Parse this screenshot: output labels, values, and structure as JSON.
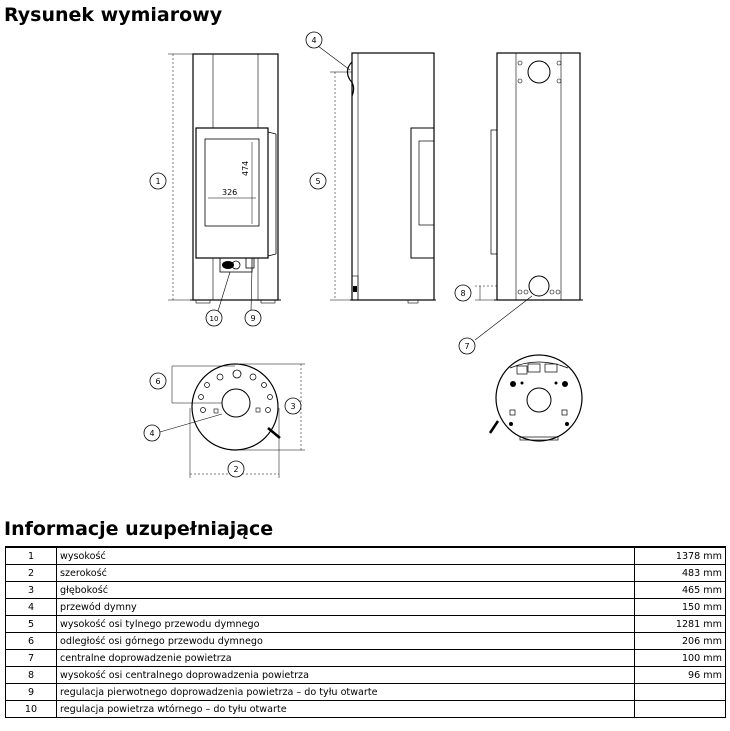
{
  "drawing_title": "Rysunek wymiarowy",
  "info_title": "Informacje uzupełniające",
  "drawing": {
    "glass_width_label": "326",
    "glass_height_label": "474",
    "callouts": [
      "1",
      "2",
      "3",
      "4",
      "5",
      "6",
      "7",
      "8",
      "9",
      "10"
    ]
  },
  "rows": [
    {
      "num": "1",
      "label": "wysokość",
      "value": "1378 mm"
    },
    {
      "num": "2",
      "label": "szerokość",
      "value": "483 mm"
    },
    {
      "num": "3",
      "label": "głębokość",
      "value": "465 mm"
    },
    {
      "num": "4",
      "label": "przewód dymny",
      "value": "150 mm"
    },
    {
      "num": "5",
      "label": "wysokość osi tylnego przewodu dymnego",
      "value": "1281 mm"
    },
    {
      "num": "6",
      "label": "odległość osi górnego przewodu dymnego",
      "value": "206 mm"
    },
    {
      "num": "7",
      "label": "centralne doprowadzenie powietrza",
      "value": "100 mm"
    },
    {
      "num": "8",
      "label": "wysokość osi centralnego doprowadzenia powietrza",
      "value": "96 mm"
    },
    {
      "num": "9",
      "label": "regulacja pierwotnego doprowadzenia powietrza – do tyłu otwarte",
      "value": ""
    },
    {
      "num": "10",
      "label": "regulacja powietrza wtórnego – do tyłu otwarte",
      "value": ""
    }
  ]
}
